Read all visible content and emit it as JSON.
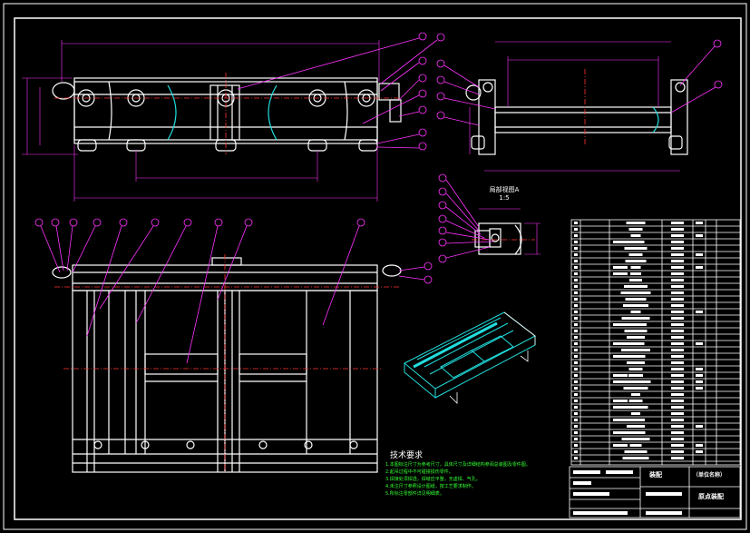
{
  "drawing": {
    "detail_view_label": "局部视图A",
    "detail_view_scale": "1:5",
    "tech_title": "技术要求",
    "tech_notes": [
      "1.本图标注尺寸为参考尺寸，具体尺寸及详细结构参阅总装图及零件图。",
      "2.起吊过程中不可碰撞损伤零件。",
      "3.焊接处须焊透，焊缝应平整，无虚焊、气孔。",
      "4.未注尺寸参照设计图纸，按工艺要求制作。",
      "5.所标注零部件详见明细表。"
    ],
    "title_block": {
      "cell_a": "装配",
      "cell_b": "（单位名称）",
      "cell_c": "原点装配"
    }
  },
  "colors": {
    "background": "#000000",
    "outline": "#ffffff",
    "center_line": "#ff3333",
    "leader": "#ff33ff",
    "dimension": "#ff33ff",
    "iso_view": "#22dddd",
    "note_text": "#33ff33"
  }
}
